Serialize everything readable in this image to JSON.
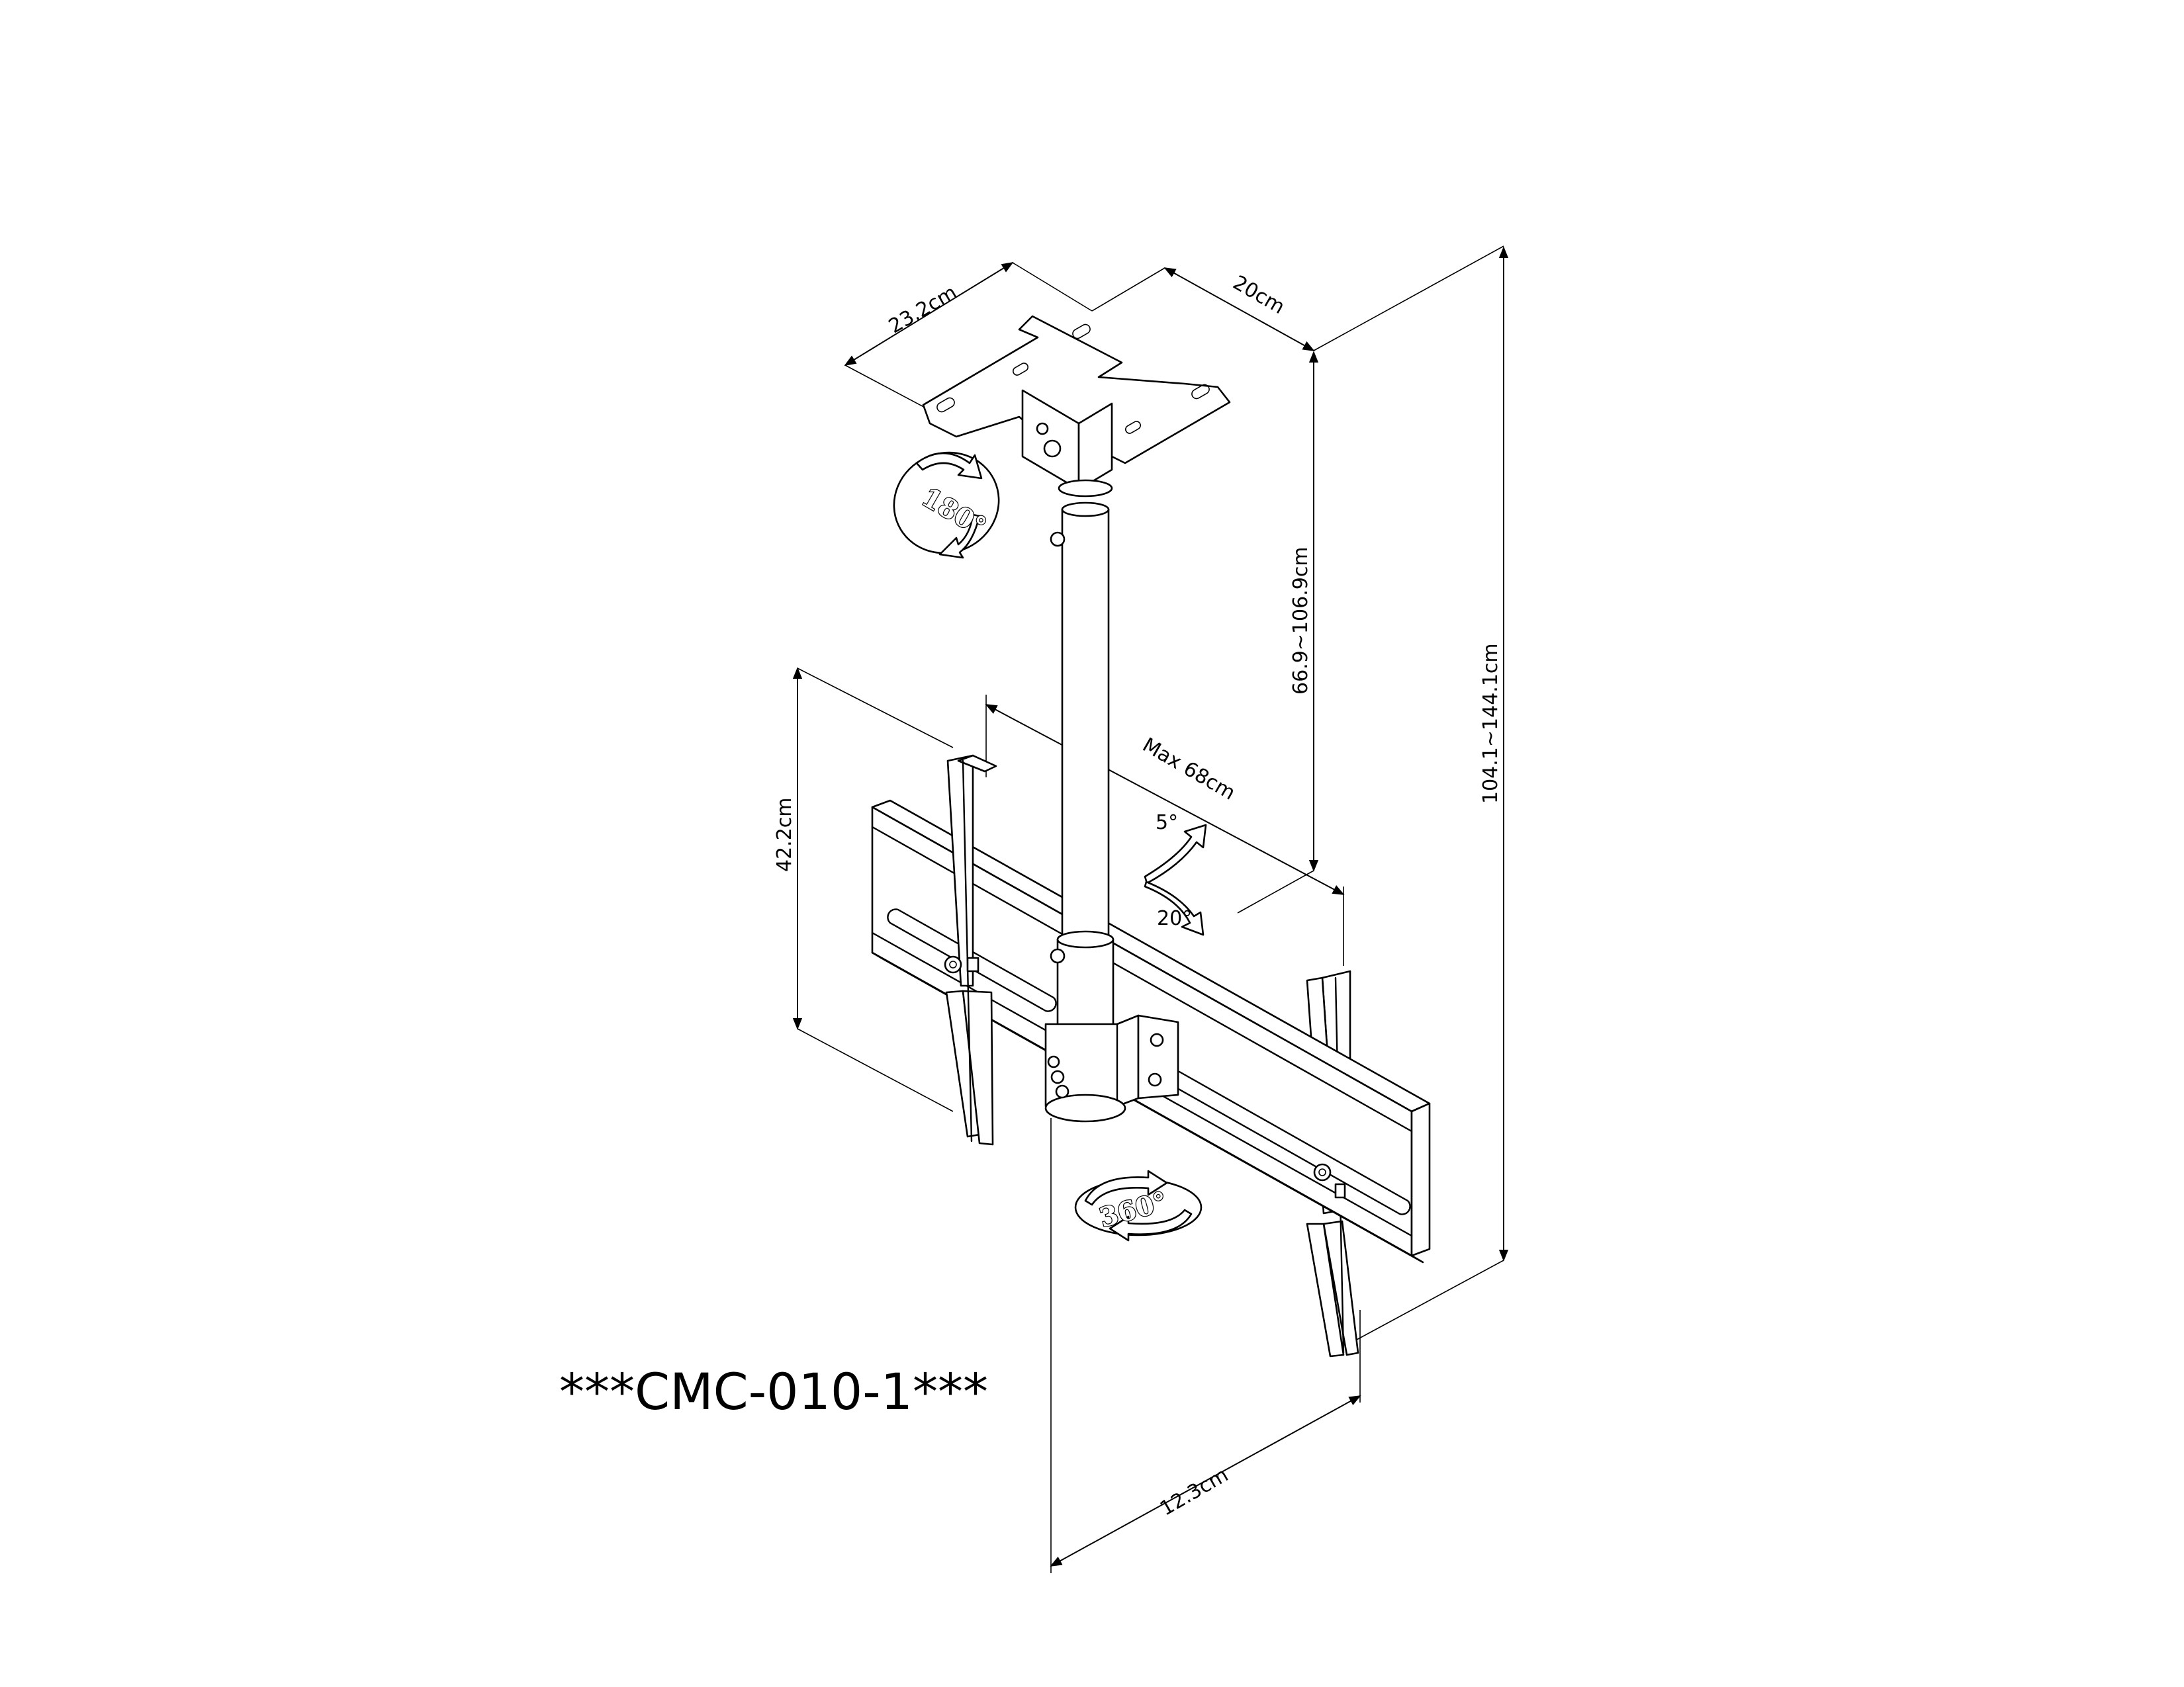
{
  "model_label": "***CMC-010-1***",
  "dimensions": {
    "plate_depth": "23.2cm",
    "plate_width": "20cm",
    "pole_length": "66.9~106.9cm",
    "total_height": "104.1~144.1cm",
    "bracket_height": "42.2cm",
    "max_width": "Max 68cm",
    "tilt_up": "5°",
    "tilt_down": "20°",
    "bottom_depth": "12.3cm"
  },
  "rotation_badges": {
    "top": "180°",
    "bottom": "360°"
  }
}
